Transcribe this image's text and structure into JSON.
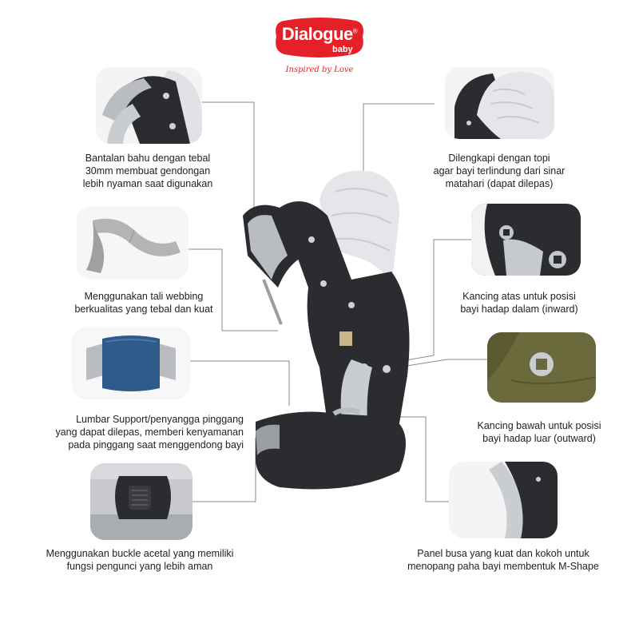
{
  "brand": {
    "name": "Dialogue",
    "sub": "baby",
    "registered": "®",
    "tagline": "Inspired by Love",
    "badge_color": "#e52028"
  },
  "features": {
    "shoulder": {
      "lines": [
        "Bantalan bahu dengan tebal",
        "30mm membuat gendongan",
        "lebih nyaman saat digunakan"
      ]
    },
    "hood": {
      "lines": [
        "Dilengkapi dengan topi",
        "agar bayi terlindung dari sinar",
        "matahari (dapat dilepas)"
      ]
    },
    "webbing": {
      "lines": [
        "Menggunakan tali webbing",
        "berkualitas yang tebal dan kuat"
      ]
    },
    "top_button": {
      "lines": [
        "Kancing atas untuk posisi",
        "bayi hadap dalam (inward)"
      ]
    },
    "lumbar": {
      "lines": [
        "Lumbar Support/penyangga pinggang",
        "yang dapat dilepas, memberi kenyamanan",
        "pada pinggang saat menggendong bayi"
      ]
    },
    "bottom_button": {
      "lines": [
        "Kancing bawah untuk posisi",
        "bayi hadap luar (outward)"
      ]
    },
    "buckle": {
      "lines": [
        "Menggunakan buckle acetal yang memiliki",
        "fungsi pengunci yang lebih aman"
      ]
    },
    "panel": {
      "lines": [
        "Panel busa yang kuat dan kokoh untuk",
        "menopang paha bayi membentuk M-Shape"
      ]
    }
  },
  "colors": {
    "carrier_body": "#2a2c30",
    "hood": "#e4e6e9",
    "mesh": "#b9bcc0",
    "lumbar_blue": "#2f5a8a",
    "olive": "#6b6a3c",
    "leader_line": "#8a8a8a"
  }
}
